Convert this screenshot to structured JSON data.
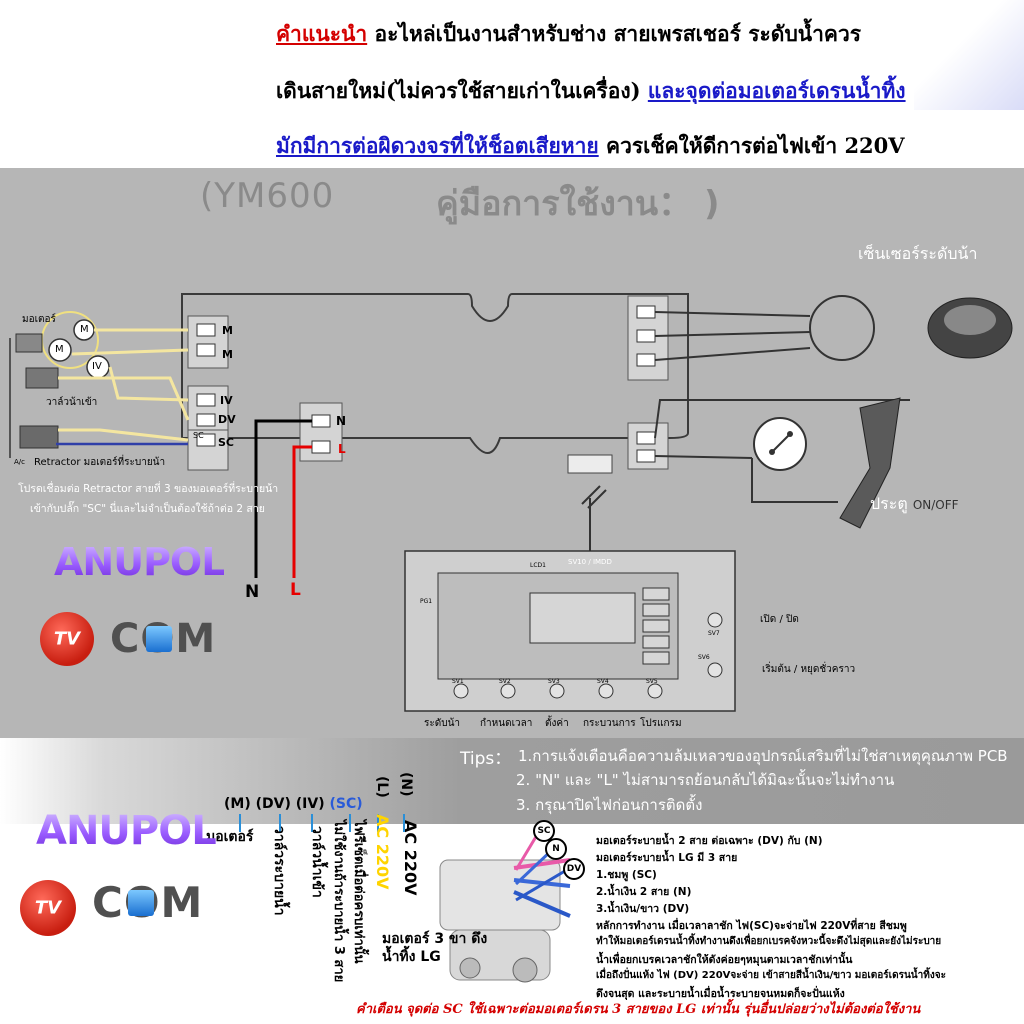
{
  "header": {
    "line1_red": "คำแนะนำ",
    "line1_rest": "อะไหล่เป็นงานสำหรับช่าง สายเพรสเชอร์ ระดับน้ำควร",
    "line2_black": "เดินสายใหม่(ไม่ควรใช้สายเก่าในเครื่อง)",
    "line2_blue": "และจุดต่อมอเตอร์เดรนน้ำทิ้ง",
    "line3_blue": "มักมีการต่อผิดวงจรที่ให้ช็อตเสียหาย",
    "line3_black": "ควรเช็คให้ดีการต่อไฟเข้า 220V"
  },
  "manual": {
    "title_model": "(YM600",
    "title_text": "คู่มือการใช้งาน：  )",
    "sensor_label": "เซ็นเซอร์ระดับน้า",
    "motor_label": "มอเตอร์",
    "motor_m1": "M",
    "motor_m2": "M",
    "motor_iv": "IV",
    "valve_label": "วาล์วน้าเข้า",
    "retractor_label": "Retractor มอเตอร์ที่ระบายน้า",
    "ac_label": "A/c",
    "term_m1": "M",
    "term_m2": "M",
    "term_iv": "IV",
    "term_dv": "DV",
    "term_sc": "SC",
    "term_sc_small": "SC",
    "term_n": "N",
    "term_l": "L",
    "note_line1": "โปรดเชื่อมต่อ Retractor สายที่ 3 ของมอเตอร์ที่ระบายน้า",
    "note_line2": "เข้ากับปลั๊ก \"SC\" นี่และไม่จำเป็นต้องใช้ถ้าต่อ 2 สาย",
    "wire_n": "N",
    "wire_l": "L",
    "door_label": "ประตู",
    "door_onoff": "ON/OFF",
    "panel_lcd": "LCD1",
    "panel_pg": "PG1",
    "panel_top": "SV10 / IMDD",
    "sv7": "SV7",
    "sv6": "SV6",
    "open_close": "เปิด / ปิด",
    "start_pause": "เริ่มต้น / หยุดชั่วคราว",
    "sv_buttons": [
      "SV1",
      "SV2",
      "SV3",
      "SV4",
      "SV5"
    ],
    "bottom_labels": [
      "ระดับน้า",
      "กำหนดเวลา",
      "ตั้งค่า",
      "กระบวนการ",
      "โปรแกรม"
    ]
  },
  "logo": {
    "brand": "ANUPOL",
    "tv": "TV",
    "com": "COM"
  },
  "tips": {
    "title": "Tips：",
    "t1": "1.การแจ้งเตือนคือความล้มเหลวของอุปกรณ์เสริมที่ไม่ใช่สาเหตุคุณภาพ PCB",
    "t2": "2. \"N\" และ \"L\" ไม่สามารถย้อนกลับได้มิฉะนั้นจะไม่ทำงาน",
    "t3": "3. กรุณาปิดไฟก่อนการติดตั้ง"
  },
  "terminals": {
    "m": "(M)",
    "dv": "(DV)",
    "iv": "(IV)",
    "sc": "(SC)",
    "l": "(L)",
    "n": "(N)"
  },
  "vertical": {
    "motor": "มอเตอร์",
    "dv": "วาล์วระบายน้ำ",
    "iv": "วาล์วน้ำเข้า",
    "sc": "ไม่ใช้งานถ้าระบายน้ำ 3 สาย",
    "l_black": "ไฟรีเซ็ตเมื่อต่อครบเท่านั้น",
    "l_yellow": "AC 220V",
    "n": "AC 220V"
  },
  "drain_photo_label": "มอเตอร์ 3 ขา ดึงน้ำทิ้ง LG",
  "pins": {
    "sc": "SC",
    "n": "N",
    "dv": "DV"
  },
  "right_notes": [
    "มอเตอร์ระบายน้ำ 2 สาย ต่อเฉพาะ (DV) กับ (N)",
    "มอเตอร์ระบายน้ำ LG มี 3 สาย",
    "1.ชมพู   (SC)",
    "2.น้ำเงิน 2 สาย (N)",
    "3.น้ำเงิน/ขาว (DV)",
    "หลักการทำงาน เมื่อเวลาลาชัก ไฟ(SC)จะจ่ายไฟ 220Vที่สาย สีชมพู",
    "ทำให้มอเตอร์เดรนน้ำทิ้งทำงานดึงเพื่อยกเบรคจังหวะนี้จะดึงไม่สุดและยังไม่ระบาย",
    "น้ำเพื่อยกเบรคเวลาชักให้ดังค่อยๆหมุนตามเวลาชักเท่านั้น",
    "เมื่อถึงปั่นแห้ง ไฟ (DV) 220Vจะจ่าย เข้าสายสีน้ำเงิน/ขาว มอเตอร์เดรนน้ำทิ้งจะ",
    "ดึงจนสุด และระบายน้ำเมื่อน้ำระบายจนหมดก็จะปั่นแห้ง"
  ],
  "warning": "คำเตือน จุดต่อ SC ใช้เฉพาะต่อมอเตอร์เดรน 3 สายของ LG เท่านั้น รุ่นอื่นปล่อยว่างไม่ต้องต่อใช้งาน",
  "colors": {
    "red": "#d40000",
    "blue": "#1a1ac8",
    "sc_blue": "#2a5bd8",
    "yellow": "#ffd400",
    "manual_bg": "#b6b6b6"
  }
}
